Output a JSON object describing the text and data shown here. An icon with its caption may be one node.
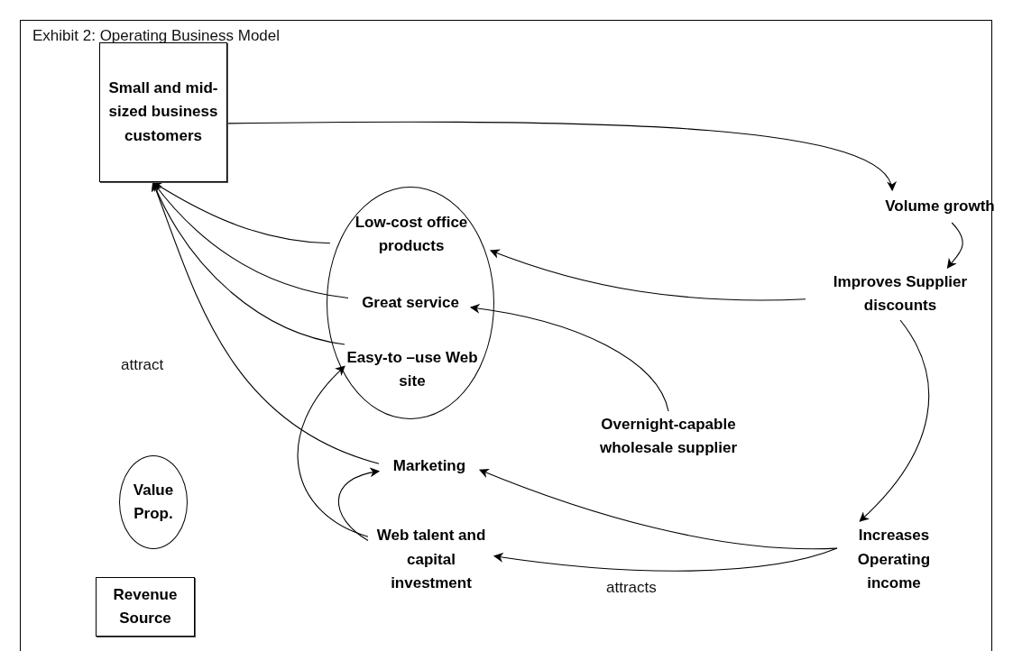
{
  "diagram": {
    "title": "Exhibit 2: Operating Business Model",
    "nodes": [
      {
        "text": [
          "Small and mid-sized business customers"
        ]
      },
      {
        "text": [],
        "shape": "circle"
      },
      {
        "text": [
          "Low-cost office products"
        ],
        "in": 1
      },
      {
        "text": [
          "Great service"
        ],
        "in": 1
      },
      {
        "text": [
          "Easy-to –use Web site"
        ],
        "in": 1
      },
      {
        "text": [
          "Volume growth"
        ]
      },
      {
        "text": [
          "Improves Supplier discounts"
        ]
      },
      {
        "text": [
          "Overnight-capable wholesale supplier"
        ]
      },
      {
        "text": [
          "Marketing"
        ]
      },
      {
        "text": [
          "Web talent and capital investment"
        ]
      },
      {
        "text": [
          "Increases Operating income"
        ]
      },
      {
        "text": [
          "Value Prop."
        ]
      },
      {
        "text": [
          "Revenue Source"
        ]
      }
    ],
    "edges": [
      {
        "from": 0,
        "to": 5,
        "arrow": "to"
      },
      {
        "from": 5,
        "to": 6,
        "arrow": "to"
      },
      {
        "from": 6,
        "to": 10,
        "arrow": "to"
      },
      {
        "from": 6,
        "to": 2,
        "arrow": "to"
      },
      {
        "from": 7,
        "to": 3,
        "arrow": "to"
      },
      {
        "from": 2,
        "to": 0,
        "arrow": "to"
      },
      {
        "from": 3,
        "to": 0,
        "arrow": "to"
      },
      {
        "from": 4,
        "to": 0,
        "arrow": "to"
      },
      {
        "from": 8,
        "to": 0,
        "arrow": "to",
        "label": "attract"
      },
      {
        "from": 10,
        "to": 8,
        "arrow": "to"
      },
      {
        "from": 10,
        "to": 9,
        "arrow": "to",
        "label": "attracts"
      },
      {
        "from": 9,
        "to": 4,
        "arrow": "to"
      },
      {
        "from": 9,
        "to": 8,
        "arrow": "to"
      }
    ]
  }
}
